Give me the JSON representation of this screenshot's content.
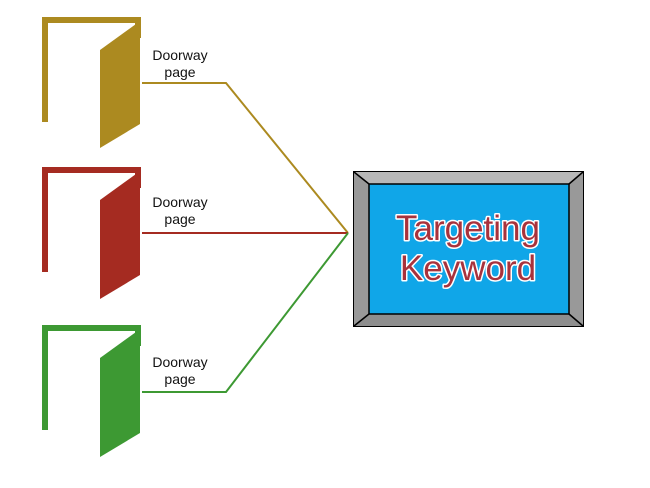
{
  "doors": [
    {
      "label_line1": "Doorway",
      "label_line2": "page",
      "color": "#ac8a20",
      "icon": "door-icon"
    },
    {
      "label_line1": "Doorway",
      "label_line2": "page",
      "color": "#a52b21",
      "icon": "door-icon"
    },
    {
      "label_line1": "Doorway",
      "label_line2": "page",
      "color": "#3d9933",
      "icon": "door-icon"
    }
  ],
  "target": {
    "line1": "Targeting",
    "line2": "Keyword",
    "screen_color": "#10a6e8",
    "bezel_color": "#a3a3a3",
    "text_color": "#a8323c",
    "icon": "monitor-icon"
  }
}
